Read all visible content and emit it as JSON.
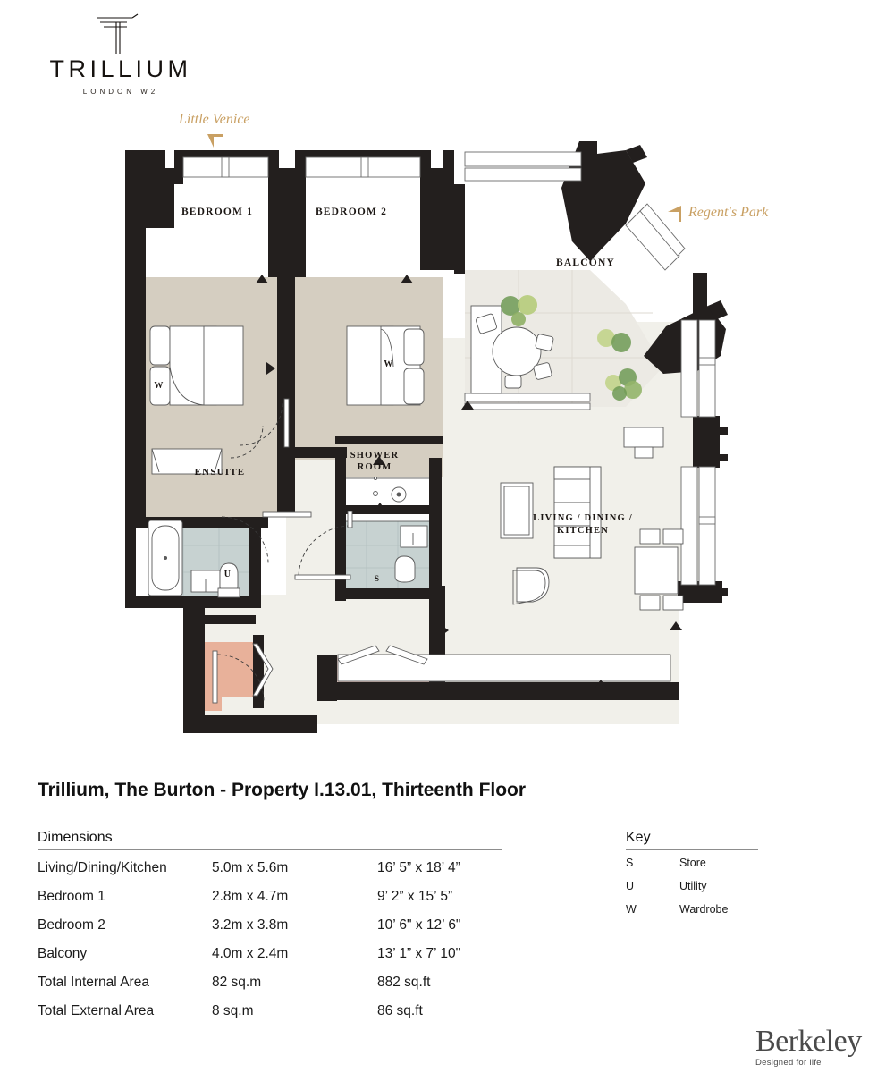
{
  "logo": {
    "name": "TRILLIUM",
    "subtitle": "LONDON W2"
  },
  "plan": {
    "orientation_labels": [
      {
        "id": "little-venice",
        "text": "Little Venice"
      },
      {
        "id": "regents-park",
        "text": "Regent's Park"
      }
    ],
    "rooms": [
      {
        "id": "bedroom-1",
        "label": "BEDROOM 1"
      },
      {
        "id": "bedroom-2",
        "label": "BEDROOM 2"
      },
      {
        "id": "balcony",
        "label": "BALCONY"
      },
      {
        "id": "ensuite",
        "label": "ENSUITE"
      },
      {
        "id": "shower-room",
        "label": "SHOWER\nROOM"
      },
      {
        "id": "living-dining-kitchen",
        "label": "LIVING / DINING /"
      },
      {
        "id": "living-dining-kitchen-2",
        "label": "KITCHEN"
      }
    ],
    "shower_room_line1": "SHOWER",
    "shower_room_line2": "ROOM",
    "markers": [
      {
        "id": "wardrobe-bedroom-1",
        "text": "W"
      },
      {
        "id": "wardrobe-bedroom-2",
        "text": "W"
      },
      {
        "id": "utility",
        "text": "U"
      },
      {
        "id": "store",
        "text": "S"
      }
    ],
    "colors": {
      "wall": "#231f1e",
      "bedroom_fill": "#d5cec1",
      "living_fill": "#f1f0ea",
      "balcony_fill": "#eceae4",
      "bathroom_fill": "#c7d2d1",
      "utility_fill": "#e8b19a",
      "store_fill": "#e9cec7",
      "accent_gold": "#c9a063",
      "plant_green": "#7fa860"
    }
  },
  "title": "Trillium, The Burton - Property I.13.01, Thirteenth Floor",
  "dimensions": {
    "heading": "Dimensions",
    "rows": [
      {
        "name": "Living/Dining/Kitchen",
        "metric": "5.0m x 5.6m",
        "imperial": "16’ 5” x 18’ 4”"
      },
      {
        "name": "Bedroom 1",
        "metric": "2.8m x 4.7m",
        "imperial": "9’ 2” x 15’ 5”"
      },
      {
        "name": "Bedroom 2",
        "metric": "3.2m x 3.8m",
        "imperial": "10’ 6\" x 12’ 6\""
      },
      {
        "name": "Balcony",
        "metric": "4.0m x 2.4m",
        "imperial": "13’ 1” x 7’ 10\""
      },
      {
        "name": "Total Internal Area",
        "metric": "82 sq.m",
        "imperial": "882 sq.ft"
      },
      {
        "name": "Total External Area",
        "metric": "8 sq.m",
        "imperial": "86 sq.ft"
      }
    ]
  },
  "key": {
    "heading": "Key",
    "rows": [
      {
        "symbol": "S",
        "meaning": "Store"
      },
      {
        "symbol": "U",
        "meaning": "Utility"
      },
      {
        "symbol": "W",
        "meaning": "Wardrobe"
      }
    ]
  },
  "developer": {
    "name": "Berkeley",
    "tagline": "Designed for life"
  }
}
